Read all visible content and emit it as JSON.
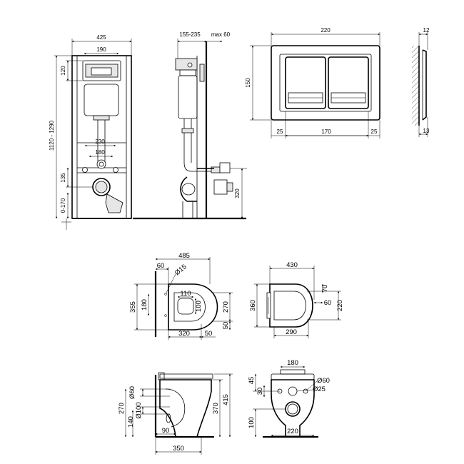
{
  "frame_front": {
    "width": "425",
    "plate_width": "190",
    "plate_height": "120",
    "total_height": "1120 - 1290",
    "bolt_spacing_outer": "230",
    "bolt_spacing_inner": "180",
    "bolt_height": "135",
    "floor_offset": "0-170"
  },
  "frame_side": {
    "depth_range": "155-235",
    "max_offset": "max 60",
    "drain_height": "320"
  },
  "flush_plate": {
    "width": "220",
    "height": "150",
    "margin_left": "25",
    "button_span": "170",
    "margin_right": "25",
    "thickness": "12",
    "edge": "13"
  },
  "toilet_top": {
    "length": "485",
    "rear_offset": "60",
    "hole_diameter": "Ø15",
    "width": "355",
    "mount_width": "180",
    "opening_width": "110",
    "opening_depth": "100",
    "rim_width": "270",
    "front_offset": "50",
    "rim_length": "320",
    "rim_offset": "50"
  },
  "seat": {
    "length": "430",
    "hinge_offset": "70",
    "width": "360",
    "hinge_depth": "60",
    "inner_width": "220",
    "inner_length": "290"
  },
  "toilet_side": {
    "drain_diameter": "Ø60",
    "inlet_diameter": "Ø100",
    "inlet_height": "270",
    "inlet_offset": "140",
    "total_height": "415",
    "bowl_height": "370",
    "rear_depth": "90",
    "length": "350"
  },
  "toilet_rear": {
    "bolt_spacing": "180",
    "top_offset": "45",
    "inlet_diameter": "Ø60",
    "bolt_diameter": "Ø25",
    "bolt_drop": "30",
    "drain_height": "100",
    "base_width": "220"
  }
}
